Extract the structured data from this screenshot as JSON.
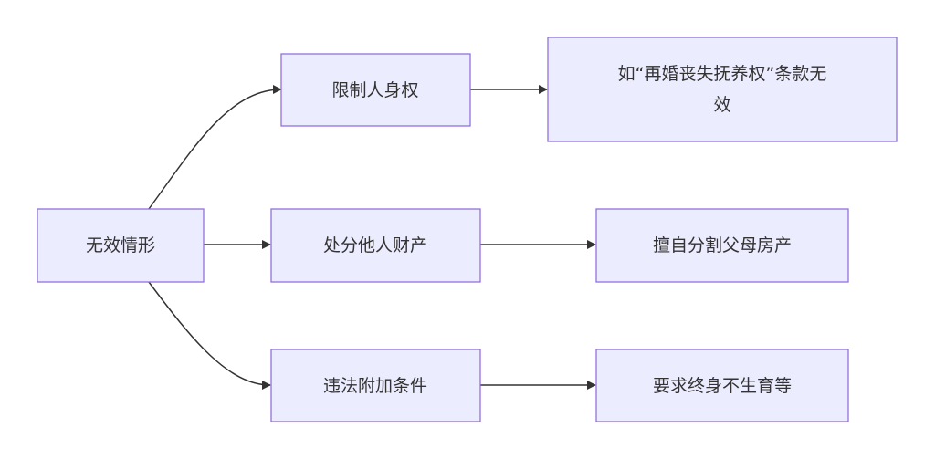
{
  "nodes": {
    "root": {
      "label": "无效情形"
    },
    "a": {
      "label": "限制人身权"
    },
    "b": {
      "label": "处分他人财产"
    },
    "c": {
      "label": "违法附加条件"
    },
    "a1": {
      "label_line1": "如“再婚丧失抚养权”条款无",
      "label_line2": "效"
    },
    "b1": {
      "label": "擅自分割父母房产"
    },
    "c1": {
      "label": "要求终身不生育等"
    }
  }
}
